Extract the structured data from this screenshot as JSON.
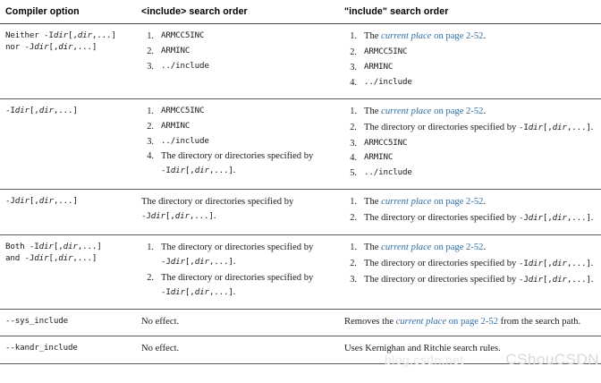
{
  "table": {
    "headers": {
      "option": "Compiler option",
      "angle": "<include> search order",
      "quote": "\"include\" search order"
    },
    "link_text": "current place",
    "link_prefix": "The ",
    "page_ref": "on page 2-52",
    "rows": [
      {
        "option_lines": [
          "Neither -Idir[,dir,...]",
          "nor -Jdir[,dir,...]"
        ],
        "angle_items": [
          "ARMCC5INC",
          "ARMINC",
          "../include"
        ],
        "quote_items": [
          "The current place on page 2-52.",
          "ARMCC5INC",
          "ARMINC",
          "../include"
        ]
      },
      {
        "option_lines": [
          "-Idir[,dir,...]"
        ],
        "angle_items": [
          "ARMCC5INC",
          "ARMINC",
          "../include",
          "The directory or directories specified by -Idir[,dir,...]."
        ],
        "quote_items": [
          "The current place on page 2-52.",
          "The directory or directories specified by -Idir[,dir,...].",
          "ARMCC5INC",
          "ARMINC",
          "../include"
        ]
      },
      {
        "option_lines": [
          "-Jdir[,dir,...]"
        ],
        "angle_plain": "The directory or directories specified by -Jdir[,dir,...].",
        "quote_items": [
          "The current place on page 2-52.",
          "The directory or directories specified by -Jdir[,dir,...]."
        ]
      },
      {
        "option_lines": [
          "Both -Idir[,dir,...]",
          "and -Jdir[,dir,...]"
        ],
        "angle_items": [
          "The directory or directories specified by -Jdir[,dir,...].",
          "The directory or directories specified by -Idir[,dir,...]."
        ],
        "quote_items": [
          "The current place on page 2-52.",
          "The directory or directories specified by -Idir[,dir,...].",
          "The directory or directories specified by -Jdir[,dir,...]."
        ]
      },
      {
        "option_lines": [
          "--sys_include"
        ],
        "angle_plain": "No effect.",
        "quote_plain": "Removes the current place on page 2-52 from the search path."
      },
      {
        "option_lines": [
          "--kandr_include"
        ],
        "angle_plain": "No effect.",
        "quote_plain": "Uses Kernighan and Ritchie search rules."
      }
    ]
  },
  "watermark": {
    "text": "CShouCSDN",
    "text2": "blog.csdn.net"
  },
  "colors": {
    "link": "#2f6fa8",
    "text": "#1a1a1a",
    "rule": "#5a5a5a",
    "watermark": "#d9d9d9"
  }
}
